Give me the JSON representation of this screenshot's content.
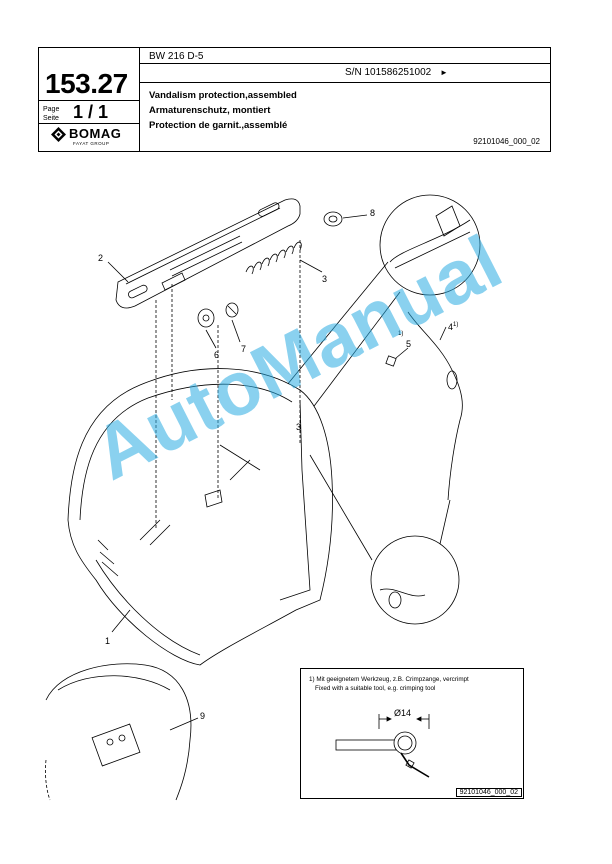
{
  "header": {
    "page_number": "153.27",
    "page_label_line1": "Page",
    "page_label_line2": "Seite",
    "page_value": "1 / 1",
    "brand": "BOMAG",
    "brand_sub": "FAYAT GROUP",
    "model": "BW 216 D-5",
    "serial": "S/N 101586251002",
    "serial_arrow": "►",
    "title_en": "Vandalism protection,assembled",
    "title_de": "Armaturenschutz, montiert",
    "title_fr": "Protection de garnit.,assemblé",
    "doc_number": "92101046_000_02"
  },
  "callouts": {
    "c1": "1",
    "c2": "2",
    "c3": "3",
    "c3b": "3",
    "c4": "4",
    "c4_sup": "1)",
    "c5": "5",
    "c5_sup": "1)",
    "c6": "6",
    "c7": "7",
    "c8": "8",
    "c9": "9"
  },
  "watermark": "AutoManual",
  "detail": {
    "note_de": "1) Mit geeignetem Werkzeug, z.B. Crimpzange, vercrimpt",
    "note_en": "Fixed with a suitable tool, e.g. crimping tool",
    "dimension": "Ø14",
    "code": "92101046_000_02"
  },
  "colors": {
    "watermark": "#29abe2",
    "line": "#000000"
  }
}
